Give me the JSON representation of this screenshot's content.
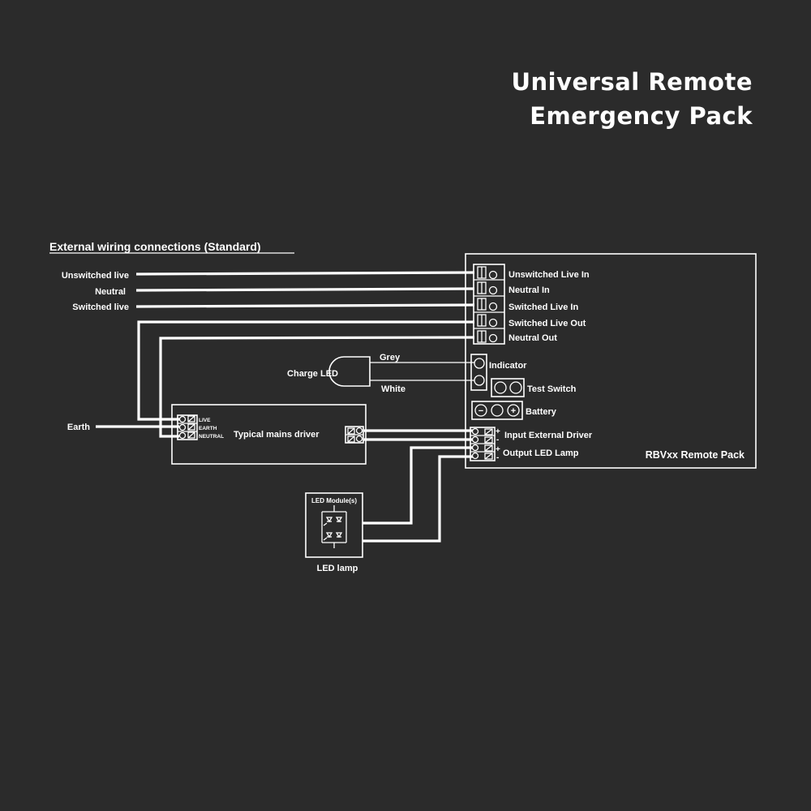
{
  "title": {
    "line1": "Universal Remote",
    "line2": "Emergency Pack"
  },
  "section_heading": "External wiring connections (Standard)",
  "supply_labels": {
    "unswitched_live": "Unswitched live",
    "neutral": "Neutral",
    "switched_live": "Switched live",
    "earth": "Earth"
  },
  "remote_pack": {
    "name": "RBVxx Remote Pack",
    "terminals": {
      "unswitched_live_in": "Unswitched Live In",
      "neutral_in": "Neutral In",
      "switched_live_in": "Switched Live In",
      "switched_live_out": "Switched Live Out",
      "neutral_out": "Neutral Out"
    },
    "indicator": "Indicator",
    "test_switch": "Test Switch",
    "battery": "Battery",
    "battery_minus": "−",
    "battery_plus": "+",
    "input_driver": "Input External Driver",
    "output_lamp": "Output LED Lamp",
    "plus": "+",
    "minus": "-"
  },
  "charge_led": {
    "label": "Charge LED",
    "grey": "Grey",
    "white": "White"
  },
  "mains_driver": {
    "label": "Typical  mains driver",
    "live": "LIVE",
    "earth": "EARTH",
    "neutral": "NEUTRAL"
  },
  "led_lamp": {
    "module": "LED Module(s)",
    "label": "LED lamp"
  }
}
